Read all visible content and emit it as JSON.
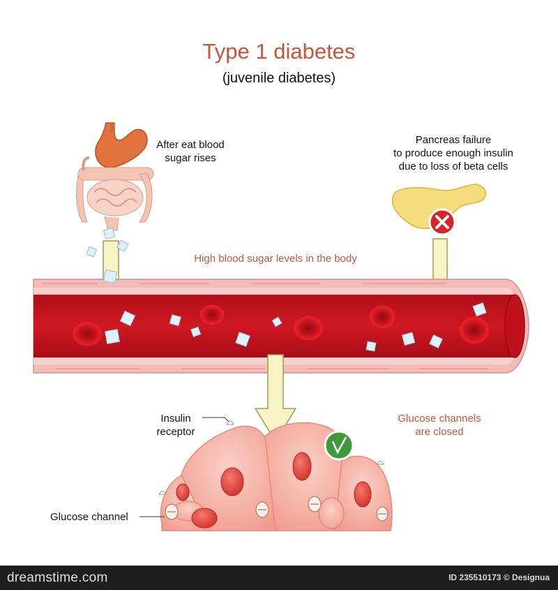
{
  "header": {
    "title": "Type 1 diabetes",
    "subtitle": "(juvenile diabetes)"
  },
  "labels": {
    "after_eat": "After eat blood\nsugar rises",
    "pancreas": "Pancreas failure\nto produce enough insulin\ndue to loss of beta cells",
    "blood_sugar": "High blood sugar levels in the body",
    "insulin_receptor": "Insulin\nreceptor",
    "channels_closed": "Glucose channels\nare closed",
    "glucose_channel": "Glucose channel"
  },
  "footer": {
    "brand": "dreamstime.com",
    "credit": "ID 235510173 © Designua"
  },
  "colors": {
    "title": "#c8553a",
    "vessel_wall": "#f2b8b5",
    "blood": "#c3141f",
    "arrow": "#f7f3c4",
    "cell": "#f7b3a8",
    "nucleus": "#e5443a",
    "reject": "#d6242a",
    "accept": "#3f9a3b"
  },
  "icons": {
    "reject": "x-mark-icon",
    "accept": "check-mark-icon"
  }
}
